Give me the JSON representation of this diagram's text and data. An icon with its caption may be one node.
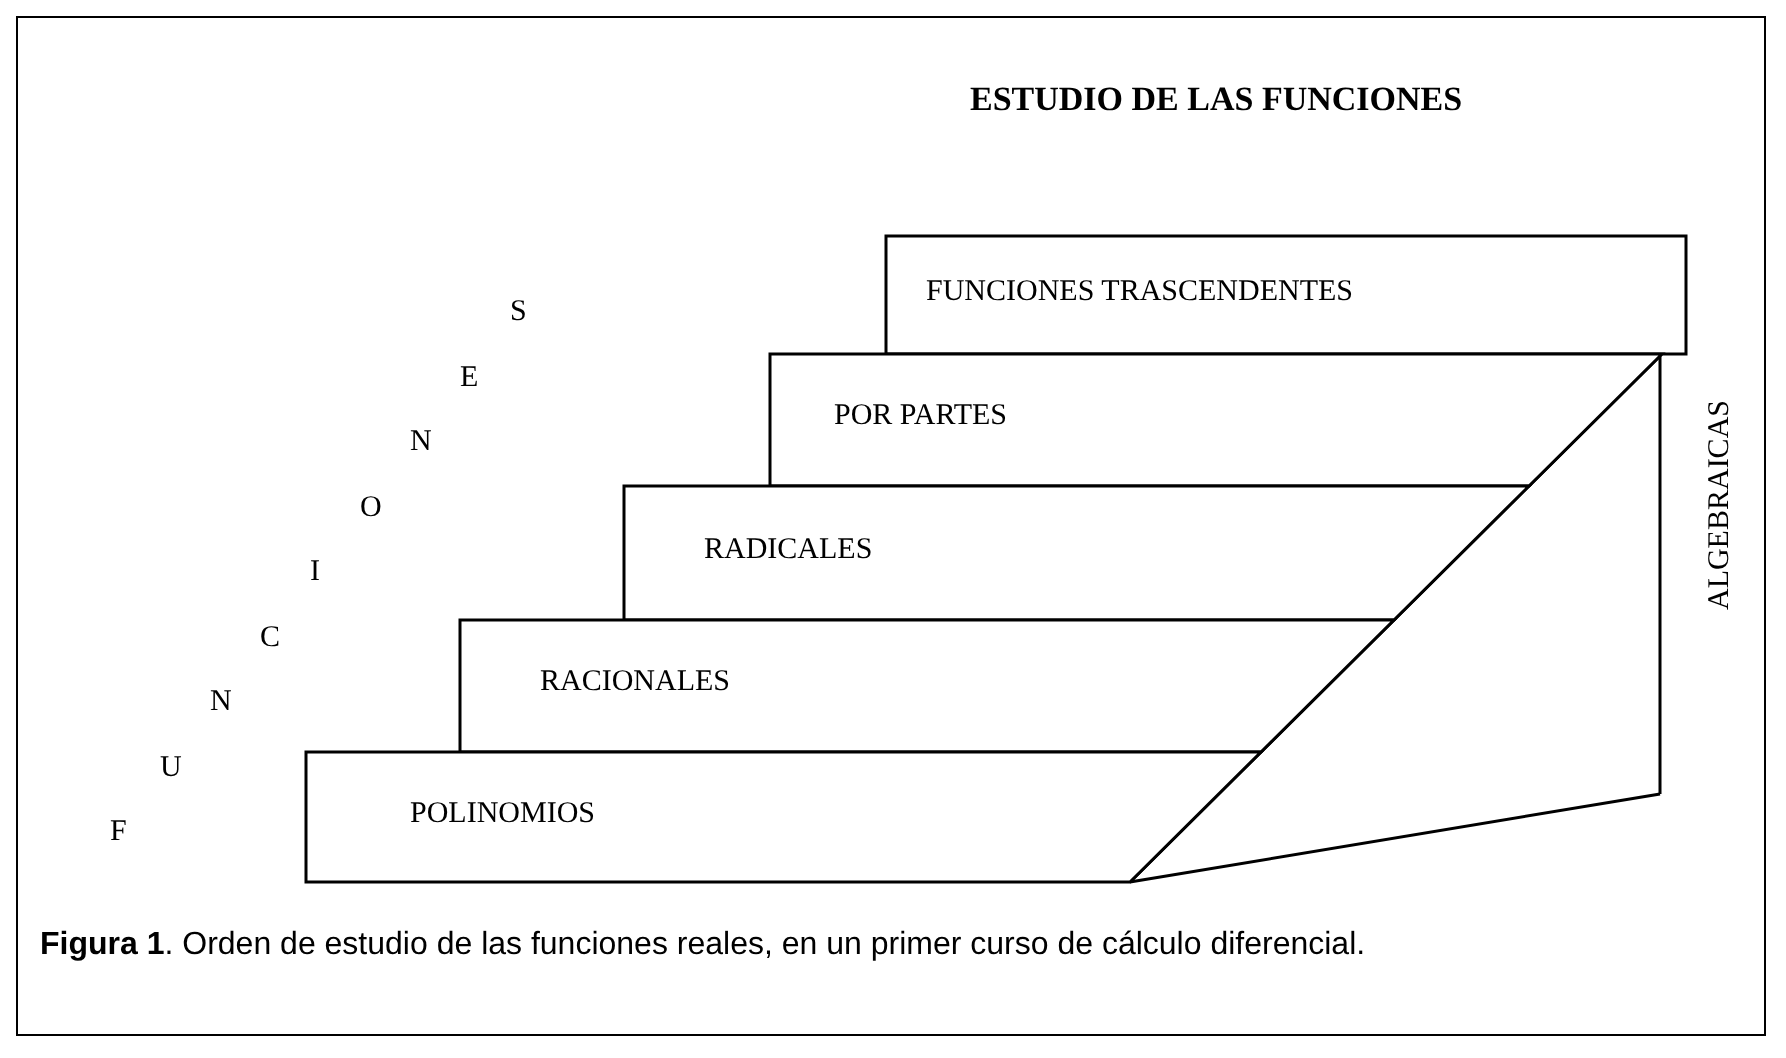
{
  "diagram": {
    "title": "ESTUDIO DE LAS FUNCIONES",
    "caption": "**Figura 1**. Orden de estudio de las funciones reales, en un primer curso de cálculo diferencial.",
    "nodes": [
      {
        "text": [
          "FUNCIONES TRASCENDENTES"
        ]
      },
      {
        "text": [
          "POR PARTES"
        ]
      },
      {
        "text": [
          "RADICALES"
        ]
      },
      {
        "text": [
          "RACIONALES"
        ]
      },
      {
        "text": [
          "POLINOMIOS"
        ]
      }
    ],
    "edges": [],
    "labels": [
      "FUNCIONES",
      "ALGEBRAICAS"
    ]
  }
}
